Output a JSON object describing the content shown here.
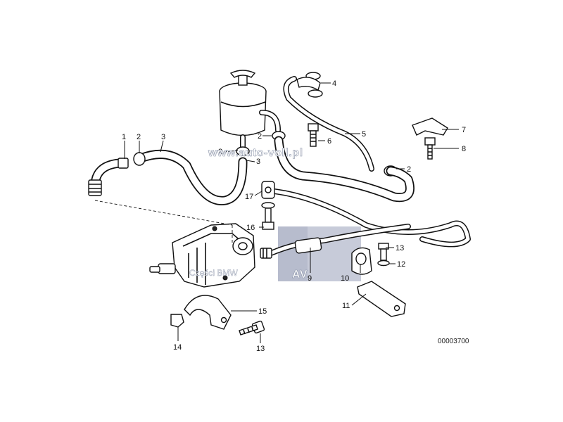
{
  "diagram": {
    "callouts": [
      {
        "id": "c1",
        "text": "1"
      },
      {
        "id": "c2a",
        "text": "2"
      },
      {
        "id": "c3a",
        "text": "3"
      },
      {
        "id": "c2b",
        "text": "2"
      },
      {
        "id": "c3b",
        "text": "3"
      },
      {
        "id": "c4",
        "text": "4"
      },
      {
        "id": "c5",
        "text": "5"
      },
      {
        "id": "c2c",
        "text": "2"
      },
      {
        "id": "c6",
        "text": "6"
      },
      {
        "id": "c7",
        "text": "7"
      },
      {
        "id": "c8",
        "text": "8"
      },
      {
        "id": "c2d",
        "text": "2"
      },
      {
        "id": "c17",
        "text": "17"
      },
      {
        "id": "c16",
        "text": "16"
      },
      {
        "id": "c13a",
        "text": "13"
      },
      {
        "id": "c12",
        "text": "12"
      },
      {
        "id": "c9",
        "text": "9"
      },
      {
        "id": "c10",
        "text": "10"
      },
      {
        "id": "c11",
        "text": "11"
      },
      {
        "id": "c15",
        "text": "15"
      },
      {
        "id": "c14",
        "text": "14"
      },
      {
        "id": "c13b",
        "text": "13"
      }
    ],
    "drawing_code": "00003700"
  },
  "watermark": {
    "site": "www.auto-voll.pl",
    "logo_letters": "AV",
    "caption": "Części BMW"
  },
  "colors": {
    "ink": "#111111",
    "background": "#ffffff",
    "watermark_block": "#c7cbd9"
  }
}
